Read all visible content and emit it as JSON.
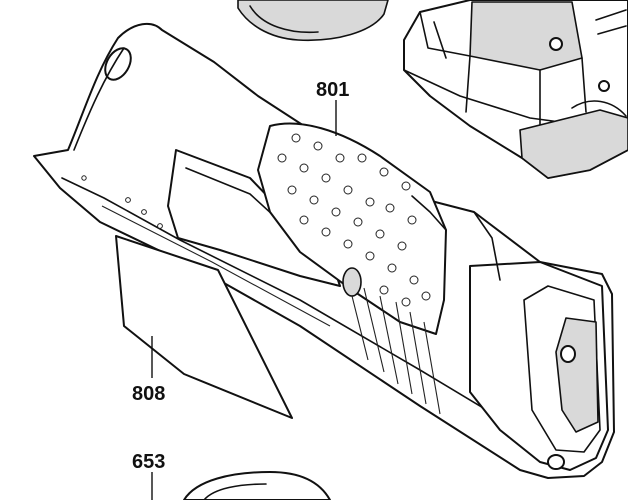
{
  "diagram": {
    "callouts": [
      {
        "id": "801",
        "label": "801"
      },
      {
        "id": "808",
        "label": "808"
      },
      {
        "id": "653",
        "label": "653"
      }
    ]
  }
}
